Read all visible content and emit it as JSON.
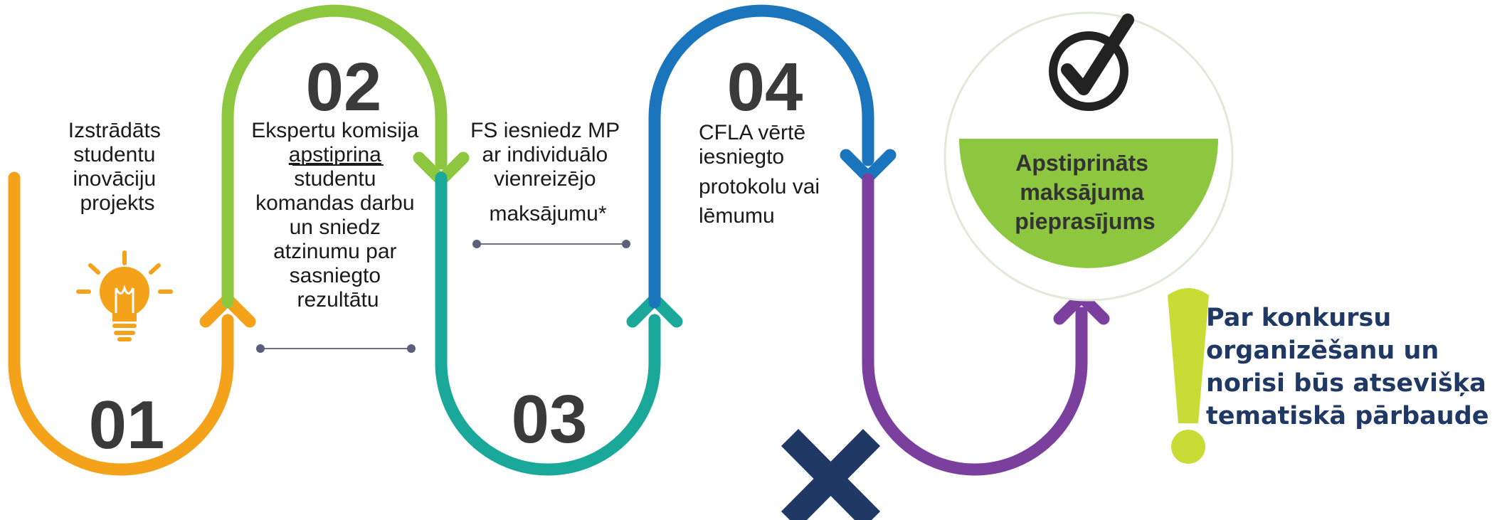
{
  "steps": [
    {
      "number": "01",
      "lines": [
        "Izstrādāts",
        "studentu",
        "inovāciju",
        "projekts"
      ],
      "color": "#f5a21b"
    },
    {
      "number": "02",
      "lines": [
        "Ekspertu komisija",
        "apstiprina",
        "studentu",
        "komandas darbu",
        "un sniedz",
        "atzinumu par",
        "sasniegto",
        "rezultātu"
      ],
      "underlined_line": 1,
      "color": "#8dc63f"
    },
    {
      "number": "03",
      "lines": [
        "FS iesniedz MP",
        "ar individuālo",
        "vienreizējo",
        "maksājumu*"
      ],
      "color": "#1aa89a"
    },
    {
      "number": "04",
      "lines": [
        "CFLA vērtē",
        "iesniegto",
        "protokolu vai",
        "lēmumu"
      ],
      "color": "#1b75bc"
    }
  ],
  "final_color": "#7b3f9e",
  "result": {
    "lines": [
      "Apstiprināts",
      "maksājuma",
      "pieprasījums"
    ],
    "fill": "#8dc63f"
  },
  "note": {
    "lines": [
      "Par konkursu",
      "organizēšanu un",
      "norisi būs atsevišķa",
      "tematiskā pārbaude"
    ],
    "color": "#1f3864",
    "exclamation_color": "#c8dc36"
  },
  "icons": [
    "lightbulb-icon",
    "checkmark-icon",
    "cross-icon",
    "exclamation-icon"
  ],
  "cross_color": "#1f3864"
}
